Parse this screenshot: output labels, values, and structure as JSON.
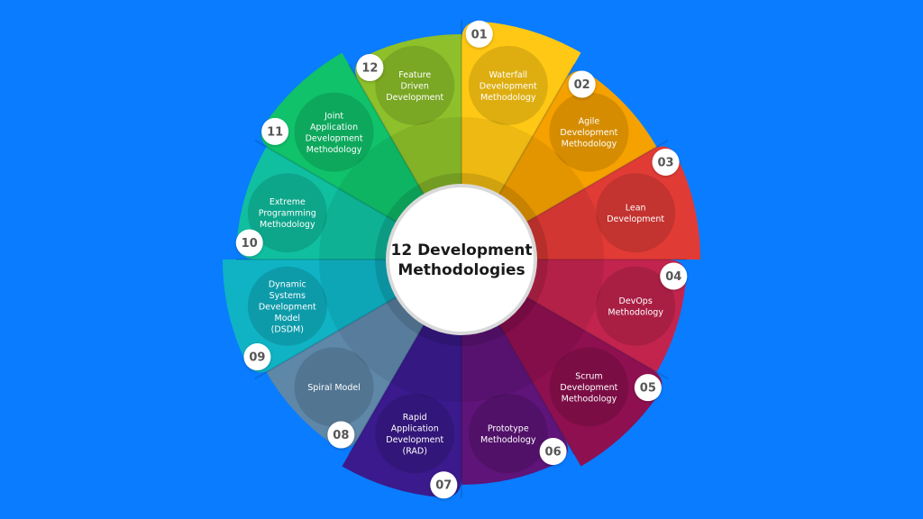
{
  "background_color": "#0A7CFF",
  "center": {
    "title_line1": "12 Development",
    "title_line2": "Methodologies"
  },
  "segments": [
    {
      "number": "01",
      "lines": [
        "Waterfall",
        "Development",
        "Methodology"
      ],
      "color": "#FFC814"
    },
    {
      "number": "02",
      "lines": [
        "Agile",
        "Development",
        "Methodology"
      ],
      "color": "#F5A100"
    },
    {
      "number": "03",
      "lines": [
        "Lean",
        "Development"
      ],
      "color": "#E13B36"
    },
    {
      "number": "04",
      "lines": [
        "DevOps",
        "Methodology"
      ],
      "color": "#C2244E"
    },
    {
      "number": "05",
      "lines": [
        "Scrum",
        "Development",
        "Methodology"
      ],
      "color": "#8E1050"
    },
    {
      "number": "06",
      "lines": [
        "Prototype",
        "Methodology"
      ],
      "color": "#5E1478"
    },
    {
      "number": "07",
      "lines": [
        "Rapid",
        "Application",
        "Development",
        "(RAD)"
      ],
      "color": "#3A1A8C"
    },
    {
      "number": "08",
      "lines": [
        "Spiral Model"
      ],
      "color": "#5F87A8"
    },
    {
      "number": "09",
      "lines": [
        "Dynamic",
        "Systems",
        "Development",
        "Model",
        "(DSDM)"
      ],
      "color": "#0FB3C4"
    },
    {
      "number": "10",
      "lines": [
        "Extreme",
        "Programming",
        "Methodology"
      ],
      "color": "#10BFA0"
    },
    {
      "number": "11",
      "lines": [
        "Joint",
        "Application",
        "Development",
        "Methodology"
      ],
      "color": "#10C26A"
    },
    {
      "number": "12",
      "lines": [
        "Feature",
        "Driven",
        "Development"
      ],
      "color": "#8DC02A"
    }
  ]
}
